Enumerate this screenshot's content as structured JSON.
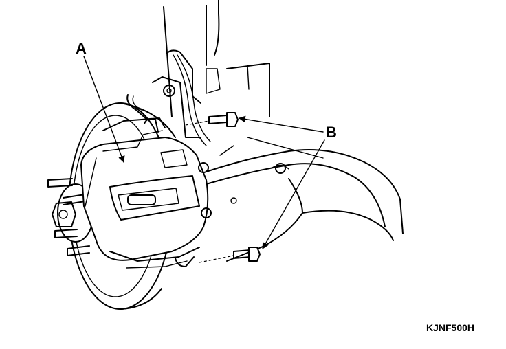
{
  "labels": {
    "a": "A",
    "b": "B"
  },
  "figure_code": "KJNF500H",
  "colors": {
    "line": "#000000",
    "background": "#ffffff"
  }
}
